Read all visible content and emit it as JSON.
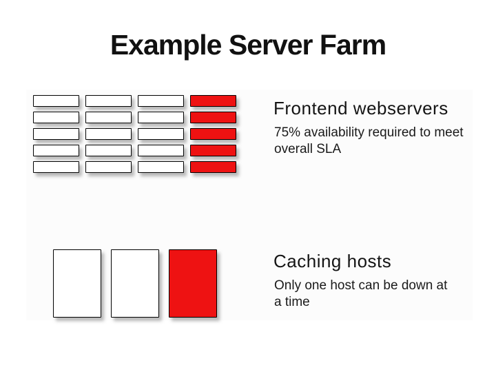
{
  "slide": {
    "title": "Example Server Farm",
    "colors": {
      "title_ink": "#111111",
      "server_up": "#ffffff",
      "server_down": "#ee1212",
      "box_border": "#000000"
    },
    "frontend": {
      "heading": "Frontend webservers",
      "note_lines": [
        "75% availability required to meet",
        "overall SLA"
      ],
      "grid": {
        "rows": 5,
        "cols": 4,
        "down_column": 4
      }
    },
    "caching": {
      "heading": "Caching hosts",
      "note_lines": [
        "Only one host can be down at",
        "a time"
      ],
      "hosts": 3,
      "down_index": 3
    }
  }
}
